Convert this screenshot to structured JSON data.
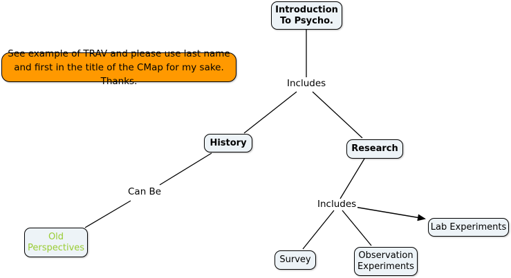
{
  "title": "Introduction To Psycho. concept map",
  "colors": {
    "node_fill": "#edf3f7",
    "node_border": "#000000",
    "note_fill": "#ff9900",
    "old_perspectives_text": "#99cc33",
    "line_color": "#000000",
    "background": "#ffffff"
  },
  "nodes": {
    "intro": {
      "label": "Introduction\nTo Psycho."
    },
    "history": {
      "label": "History"
    },
    "research": {
      "label": "Research"
    },
    "old_perspectives": {
      "label": "Old\nPerspectives"
    },
    "survey": {
      "label": "Survey"
    },
    "observation": {
      "label": "Observation\nExperiments"
    },
    "lab": {
      "label": "Lab Experiments"
    }
  },
  "note": {
    "text": "See example of TRAV and please use last name\nand first in the title of the CMap for my sake. Thanks."
  },
  "linking_phrases": {
    "includes_top": {
      "label": "Includes"
    },
    "can_be": {
      "label": "Can Be"
    },
    "includes_bottom": {
      "label": "Includes"
    }
  },
  "connections": [
    {
      "from": "intro",
      "via": "Includes",
      "to": "History"
    },
    {
      "from": "intro",
      "via": "Includes",
      "to": "Research"
    },
    {
      "from": "history",
      "via": "Can Be",
      "to": "Old Perspectives"
    },
    {
      "from": "research",
      "via": "Includes",
      "to": "Survey"
    },
    {
      "from": "research",
      "via": "Includes",
      "to": "Observation Experiments"
    },
    {
      "from": "research",
      "via": "Includes",
      "to": "Lab Experiments",
      "arrow": true
    }
  ]
}
